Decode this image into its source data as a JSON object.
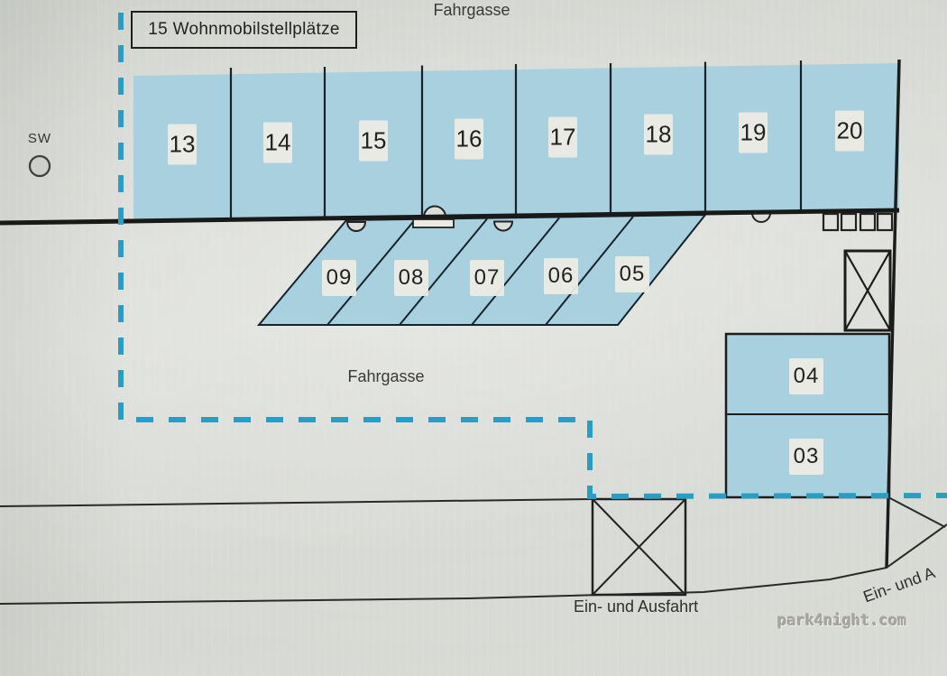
{
  "plan": {
    "title": "15 Wohnmobilstellplätze",
    "lane_label_top": "Fahrgasse",
    "lane_label_middle": "Fahrgasse",
    "compass_label": "SW",
    "exit_label_bottom": "Ein- und Ausfahrt",
    "exit_label_right": "Ein- und A",
    "watermark": "park4night.com",
    "top_row_spots": [
      "13",
      "14",
      "15",
      "16",
      "17",
      "18",
      "19",
      "20"
    ],
    "angled_spots": [
      "09",
      "08",
      "07",
      "06",
      "05"
    ],
    "right_column_spots": [
      "04",
      "03"
    ],
    "colors": {
      "spot_fill": "#a9d0de",
      "route_dashed": "#2a9dc7",
      "line": "#1c1c1c",
      "paper": "#d8dad5"
    }
  }
}
